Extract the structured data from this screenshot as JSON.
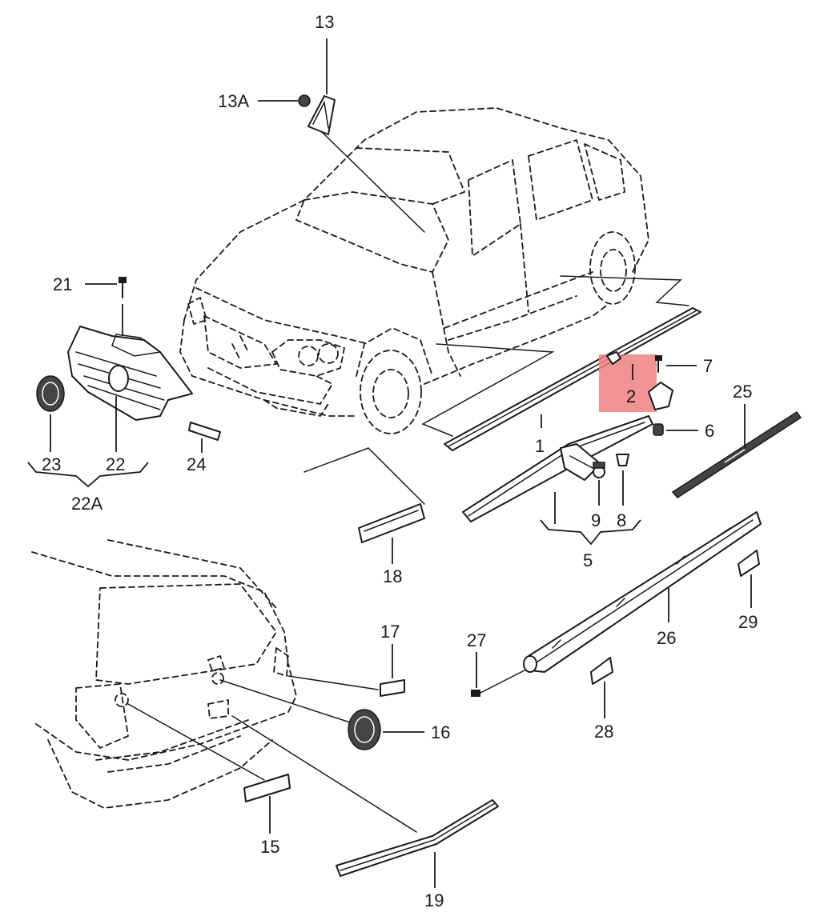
{
  "highlight_color": "#f08080",
  "callouts": {
    "c13": "13",
    "c13a": "13A",
    "c21": "21",
    "c7": "7",
    "c25": "25",
    "c2": "2",
    "c6": "6",
    "c23": "23",
    "c22": "22",
    "c22a": "22A",
    "c24": "24",
    "c1": "1",
    "c9": "9",
    "c8": "8",
    "c5": "5",
    "c18": "18",
    "c17": "17",
    "c27": "27",
    "c26": "26",
    "c29": "29",
    "c16": "16",
    "c28": "28",
    "c15": "15",
    "c19": "19"
  }
}
